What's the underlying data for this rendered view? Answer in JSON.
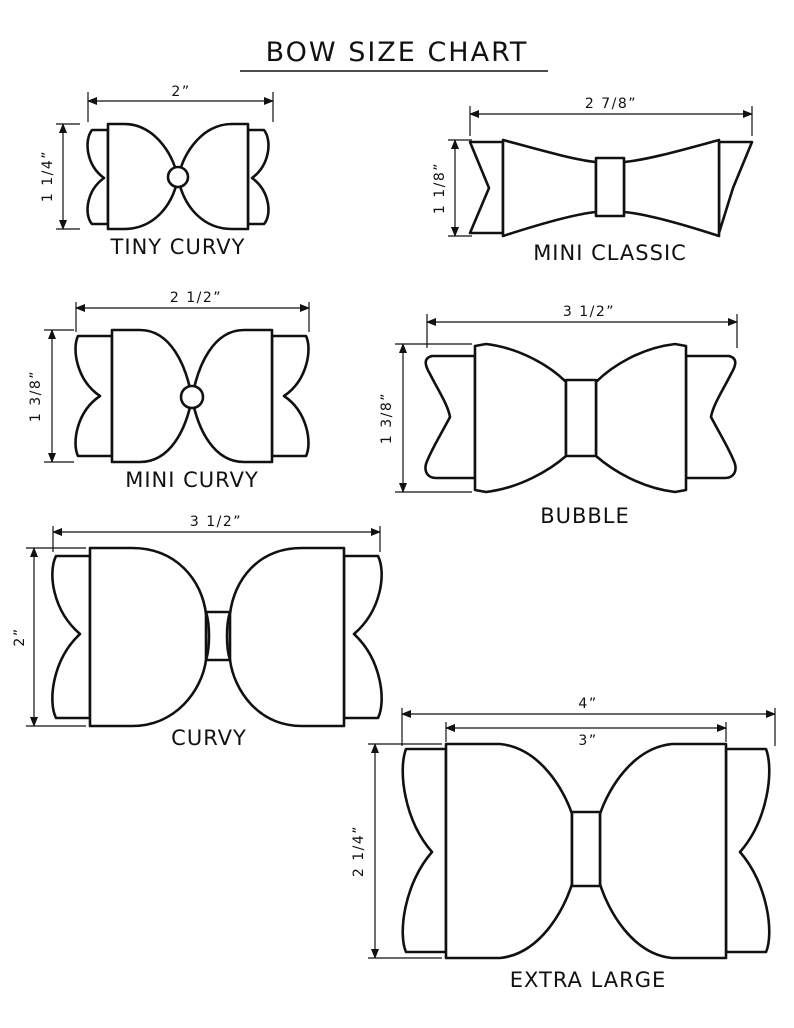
{
  "title": "BOW SIZE CHART",
  "bows": [
    {
      "name": "TINY CURVY",
      "width": "2”",
      "height": "1 1/4”"
    },
    {
      "name": "MINI CLASSIC",
      "width": "2 7/8”",
      "height": "1 1/8”"
    },
    {
      "name": "MINI CURVY",
      "width": "2 1/2”",
      "height": "1 3/8”"
    },
    {
      "name": "BUBBLE",
      "width": "3 1/2”",
      "height": "1 3/8”"
    },
    {
      "name": "CURVY",
      "width": "3 1/2”",
      "height": "2”"
    },
    {
      "name": "EXTRA LARGE",
      "width": "4”",
      "inner_width": "3”",
      "height": "2 1/4”"
    }
  ]
}
